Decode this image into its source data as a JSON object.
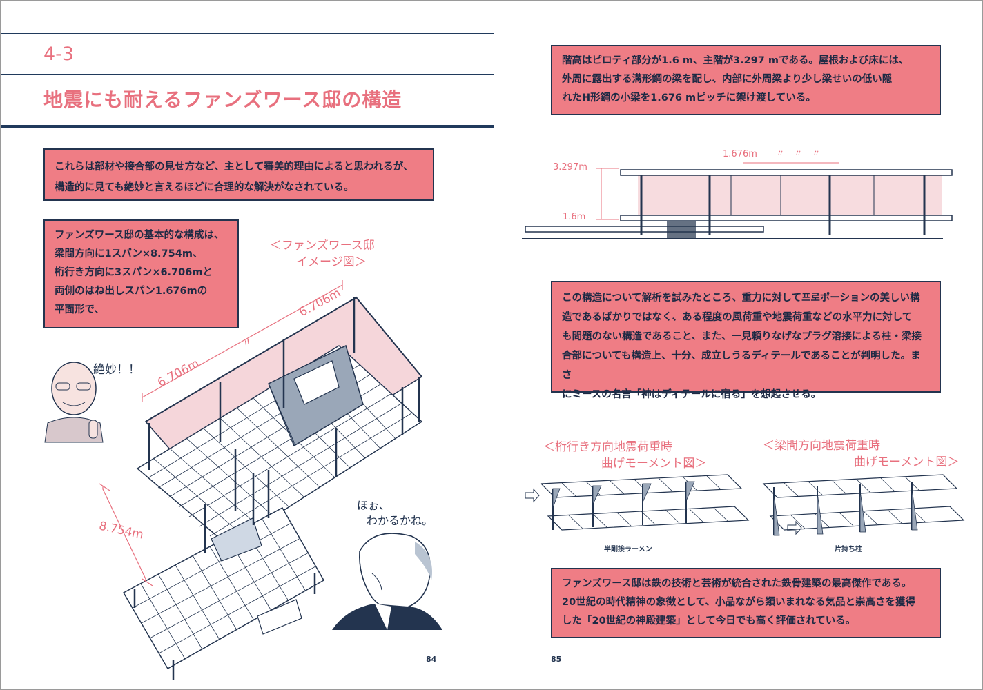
{
  "section": {
    "number": "4-3",
    "title": "地震にも耐えるファンズワース邸の構造"
  },
  "left": {
    "intro_lines": [
      "これらは部材や接合部の見せ方など、主として審美的理由によると思われるが、",
      "構造的に見ても絶妙と言えるほどに合理的な解決がなされている。"
    ],
    "composition_lines": [
      "ファンズワース邸の基本的な構成は、",
      "梁間方向に1スパン×8.754m、",
      "桁行き方向に3スパン×6.706mと",
      "両側のはね出しスパン1.676mの",
      "平面形で、"
    ],
    "image_title_line1": "＜ファンズワース邸",
    "image_title_line2": "イメージ図＞",
    "dim_top": "6.706m",
    "dim_left": "6.706m",
    "dim_span": "8.754m",
    "dim_mark": "〃",
    "exclaim": "絶妙！！",
    "remark_line1": "ほぉ、",
    "remark_line2": "わかるかね。",
    "page_number": "84"
  },
  "right": {
    "spec_lines": [
      "階高はピロティ部分が1.6 m、主階が3.297 mである。屋根および床には、",
      "外周に露出する溝形鋼の梁を配し、内部に外周梁より少し梁せいの低い隠",
      "れたH形鋼の小梁を1.676 mピッチに架け渡している。"
    ],
    "elevation": {
      "height_main": "3.297m",
      "height_piloti": "1.6m",
      "pitch": "1.676m",
      "pitch_mark": "〃"
    },
    "analysis_lines": [
      "この構造について解析を試みたところ、重力に対して프로ポーションの美しい構",
      "造であるばかりではなく、ある程度の風荷重や地震荷重などの水平力に対して",
      "も問題のない構造であること、また、一見頼りなげなプラグ溶接による柱・梁接",
      "合部についても構造上、十分、成立しうるディテールであることが判明した。まさ",
      "にミースの名言「神はディテールに宿る」を想起させる。"
    ],
    "diagram_left_title1": "＜桁行き方向地震荷重時",
    "diagram_left_title2": "曲げモーメント図＞",
    "diagram_right_title1": "＜梁間方向地震荷重時",
    "diagram_right_title2": "曲げモーメント図＞",
    "caption_left": "半剛接ラーメン",
    "caption_right": "片持ち柱",
    "conclusion_lines": [
      "ファンズワース邸は鉄の技術と芸術が統合された鉄骨建築の最高傑作である。",
      "20世紀の時代精神の象徴として、小品ながら類いまれなる気品と崇高さを獲得",
      "した「20世紀の神殿建築」として今日でも高く評価されている。"
    ],
    "page_number": "85"
  },
  "colors": {
    "accent_pink": "#ef7d85",
    "heading_pink": "#e8707e",
    "navy": "#203a5c"
  }
}
